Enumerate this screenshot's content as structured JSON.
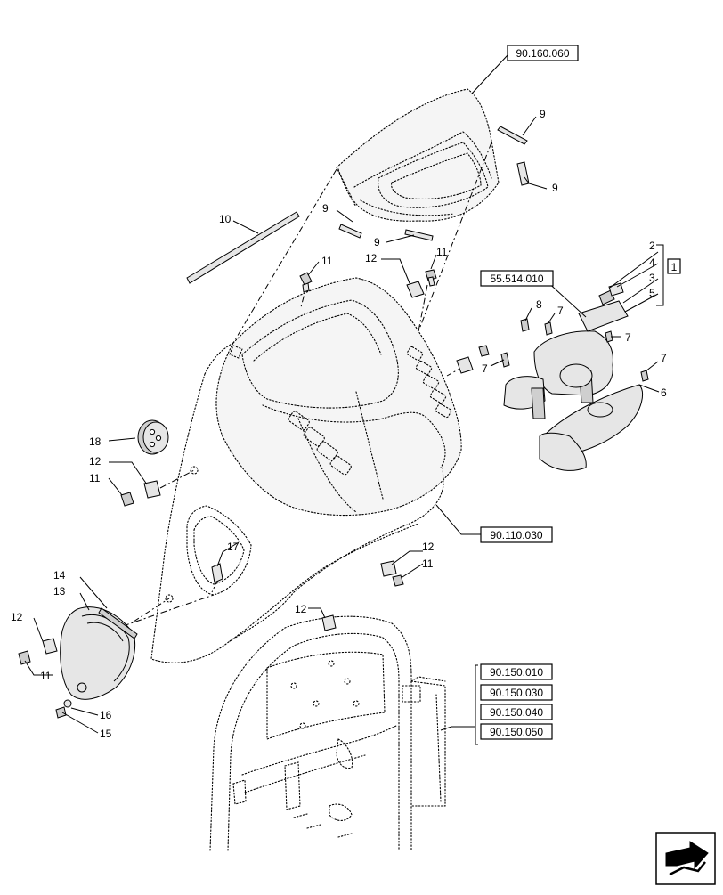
{
  "references": {
    "ref_90160060": "90.160.060",
    "ref_55514010": "55.514.010",
    "ref_90110030": "90.110.030",
    "ref_90150010": "90.150.010",
    "ref_90150030": "90.150.030",
    "ref_90150040": "90.150.040",
    "ref_90150050": "90.150.050"
  },
  "callouts": {
    "c1": "1",
    "c2": "2",
    "c3": "3",
    "c4": "4",
    "c5": "5",
    "c6": "6",
    "c7a": "7",
    "c7b": "7",
    "c7c": "7",
    "c7d": "7",
    "c8": "8",
    "c9a": "9",
    "c9b": "9",
    "c9c": "9",
    "c9d": "9",
    "c10": "10",
    "c11a": "11",
    "c11b": "11",
    "c11c": "11",
    "c11d": "11",
    "c11e": "11",
    "c12a": "12",
    "c12b": "12",
    "c12c": "12",
    "c12d": "12",
    "c12e": "12",
    "c13": "13",
    "c14": "14",
    "c15": "15",
    "c16": "16",
    "c17": "17",
    "c18": "18"
  },
  "icons": {
    "navigation": "next-page-arrow-icon"
  }
}
